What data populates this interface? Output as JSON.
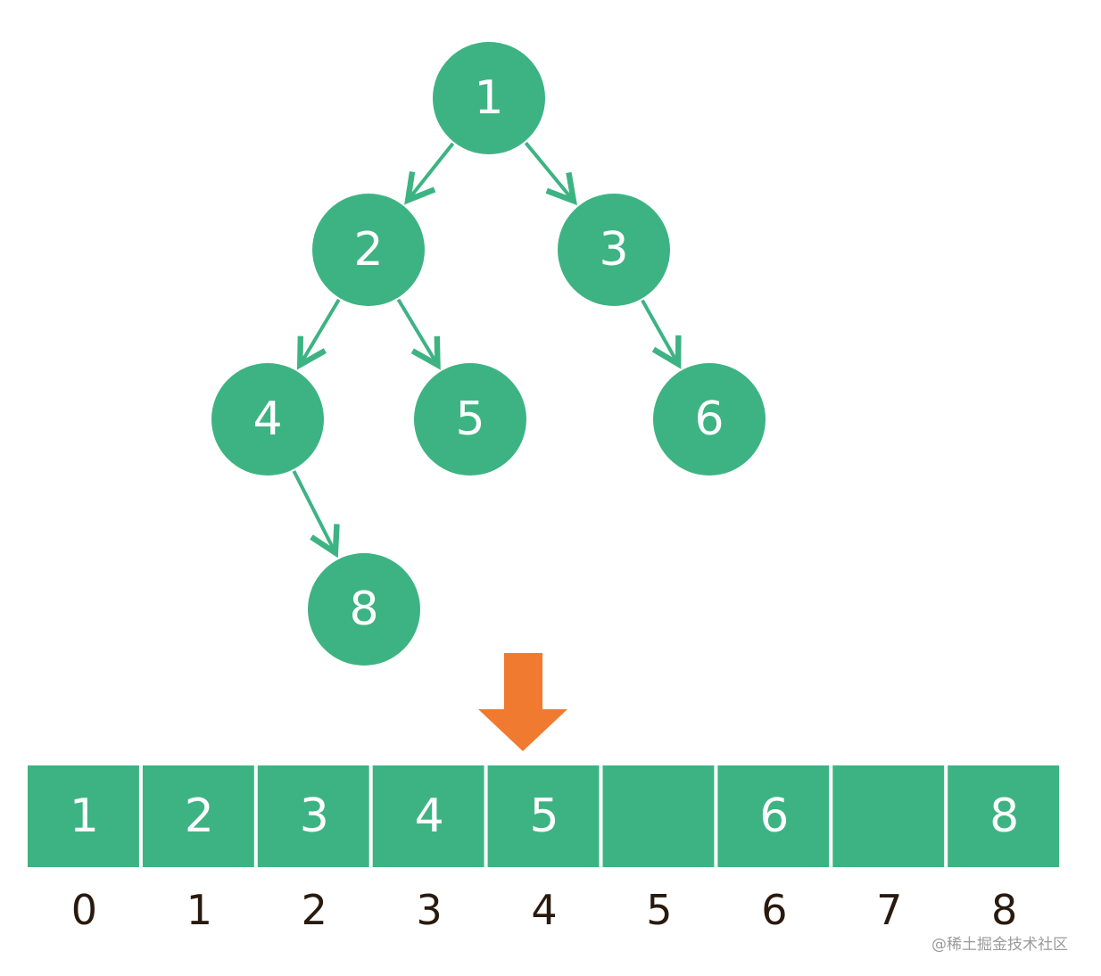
{
  "tree": {
    "nodes": [
      "1",
      "2",
      "3",
      "4",
      "5",
      "6",
      "8"
    ],
    "edges": [
      [
        "1",
        "2"
      ],
      [
        "1",
        "3"
      ],
      [
        "2",
        "4"
      ],
      [
        "2",
        "5"
      ],
      [
        "3",
        "6"
      ],
      [
        "4",
        "8"
      ]
    ]
  },
  "array": {
    "cells": [
      "1",
      "2",
      "3",
      "4",
      "5",
      "",
      "6",
      "",
      "8"
    ],
    "indices": [
      "0",
      "1",
      "2",
      "3",
      "4",
      "5",
      "6",
      "7",
      "8"
    ],
    "pointer_index": 4
  },
  "colors": {
    "node": "#3db383",
    "arrow": "#3db383",
    "pointer": "#f07a30",
    "index": "#2a1a0e"
  },
  "watermark": "@稀土掘金技术社区"
}
